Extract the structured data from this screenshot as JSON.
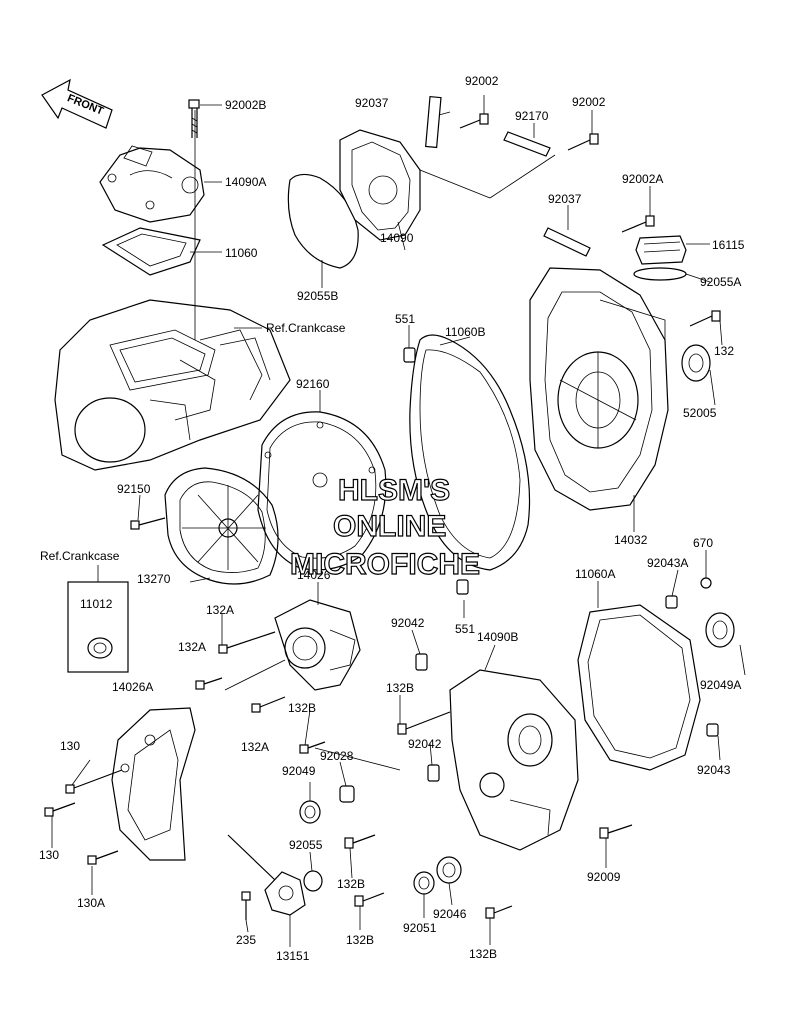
{
  "diagram": {
    "front_label": "FRONT",
    "watermark": [
      "HLSM'S",
      "ONLINE",
      "MICROFICHE"
    ],
    "refs": [
      "Ref.Crankcase",
      "Ref.Crankcase"
    ],
    "inset_part": "11012",
    "labels": [
      "92002B",
      "14090A",
      "11060",
      "92037",
      "92002",
      "92170",
      "92002",
      "92002A",
      "92037",
      "16115",
      "92055A",
      "14090",
      "92055B",
      "551",
      "11060B",
      "132",
      "52005",
      "92160",
      "92150",
      "14032",
      "670",
      "92043A",
      "11060A",
      "13270",
      "14026",
      "132A",
      "132A",
      "551",
      "92042",
      "14090B",
      "132A",
      "132B",
      "14026A",
      "132B",
      "92049A",
      "92042",
      "130",
      "92028",
      "92043",
      "92049",
      "130",
      "92055",
      "132B",
      "92009",
      "130A",
      "92046",
      "235",
      "13151",
      "132B",
      "92051",
      "132B"
    ]
  }
}
